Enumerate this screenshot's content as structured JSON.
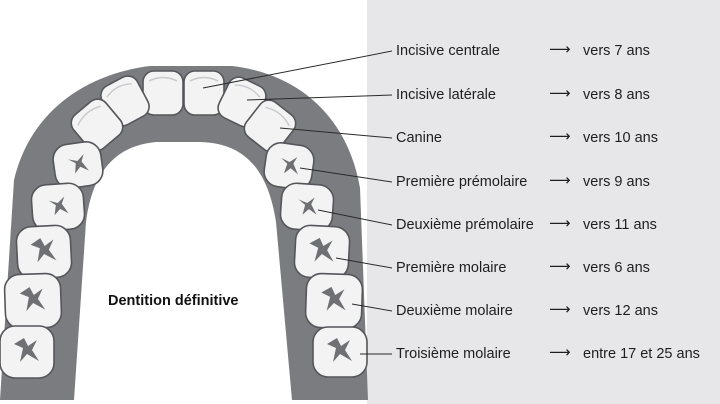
{
  "diagram": {
    "title": "Dentition définitive",
    "arrow_glyph": "⟶",
    "teeth": [
      {
        "name": "Incisive centrale",
        "age": "vers 7 ans"
      },
      {
        "name": "Incisive latérale",
        "age": "vers 8 ans"
      },
      {
        "name": "Canine",
        "age": "vers 10 ans"
      },
      {
        "name": "Première prémolaire",
        "age": "vers 9 ans"
      },
      {
        "name": "Deuxième prémolaire",
        "age": "vers 11 ans"
      },
      {
        "name": "Première molaire",
        "age": "vers 6 ans"
      },
      {
        "name": "Deuxième molaire",
        "age": "vers 12 ans"
      },
      {
        "name": "Troisième molaire",
        "age": "entre 17 et 25 ans"
      }
    ],
    "colors": {
      "panel": "#e7e7e9",
      "gum": "#7b7c80",
      "tooth_fill": "#f3f3f4",
      "tooth_edge": "#55565a",
      "fissure": "#6f7074"
    }
  }
}
